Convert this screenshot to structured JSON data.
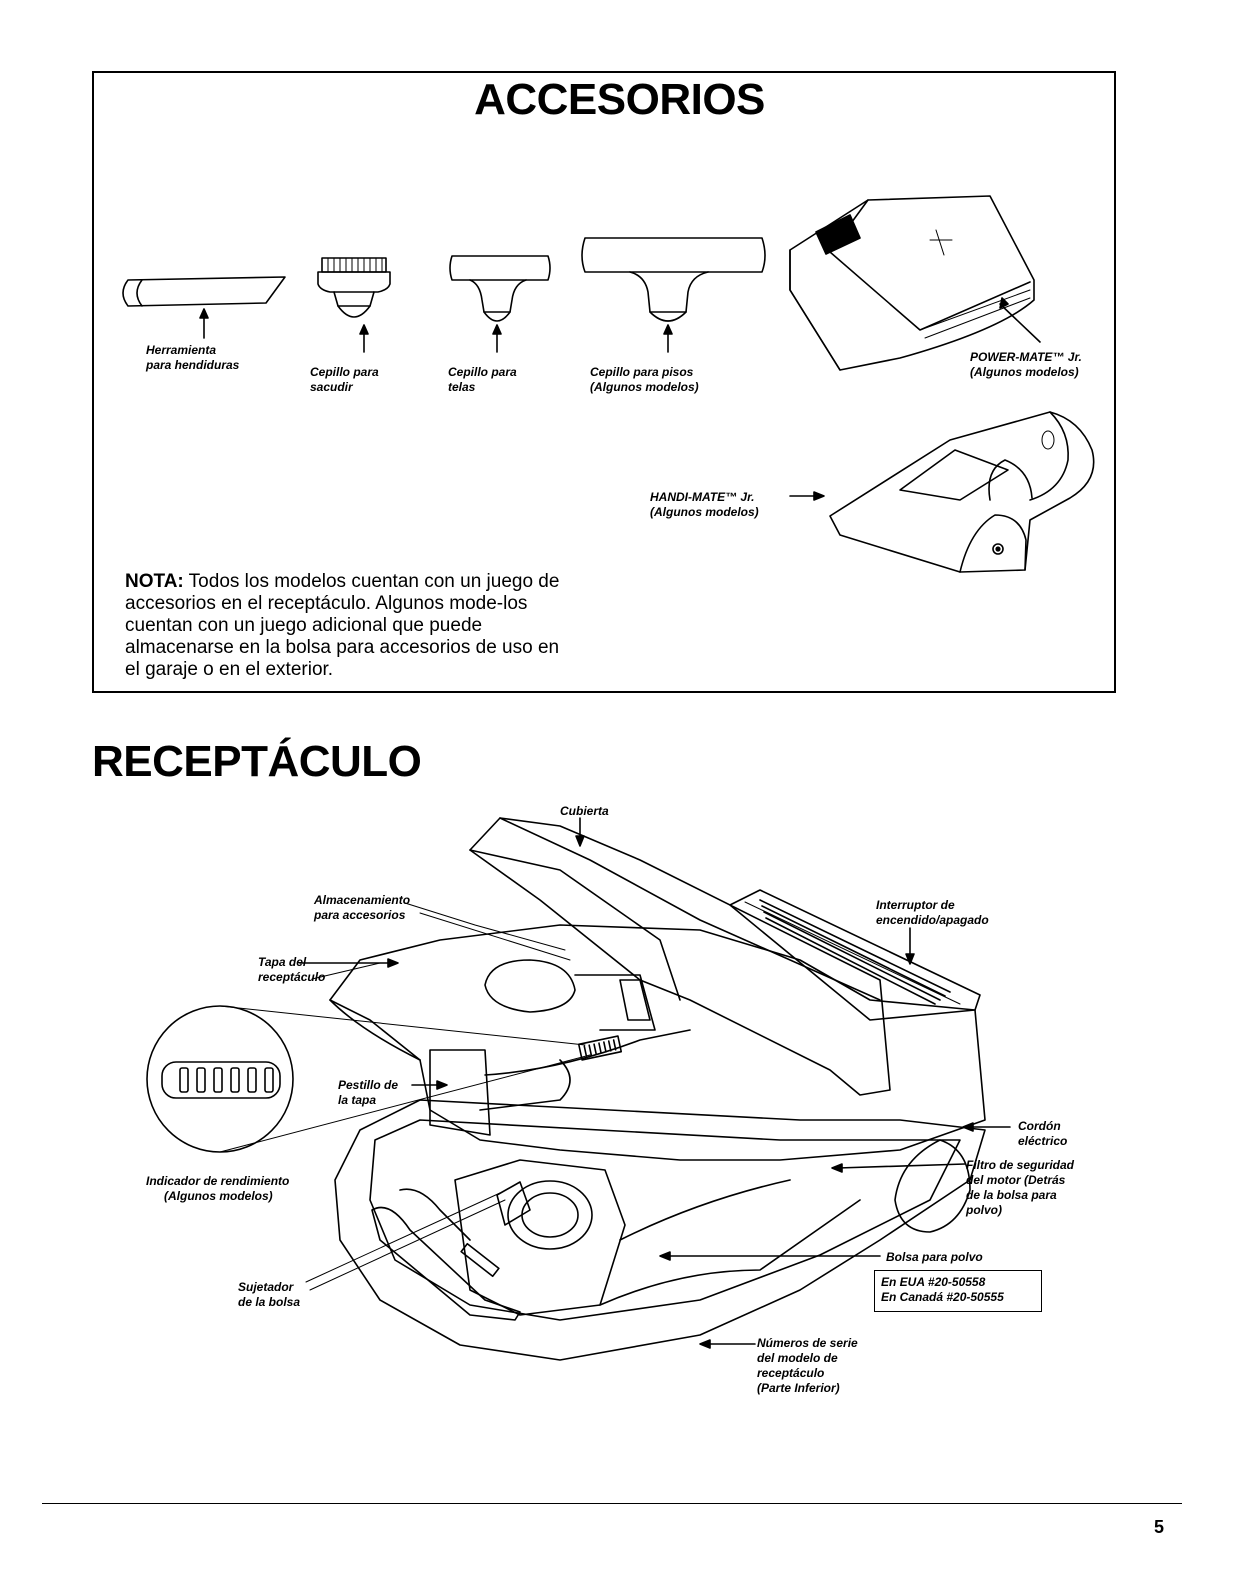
{
  "accessories": {
    "title": "ACCESORIOS",
    "crevice_tool": [
      "Herramienta",
      "para hendiduras"
    ],
    "dusting_brush": [
      "Cepillo para",
      "sacudir"
    ],
    "upholstery_brush": [
      "Cepillo para",
      "telas"
    ],
    "floor_brush": [
      "Cepillo para pisos",
      "(Algunos modelos)"
    ],
    "power_mate": [
      "POWER-MATE™ Jr.",
      "(Algunos modelos)"
    ],
    "handi_mate": [
      "HANDI-MATE™ Jr.",
      "(Algunos modelos)"
    ],
    "nota_label": "NOTA:",
    "nota_text": " Todos los modelos cuentan con un juego de accesorios en el receptáculo. Algunos mode-los cuentan con un juego adicional que puede almacenarse en la bolsa para accesorios de uso en el garaje o en el exterior."
  },
  "receptacle": {
    "title": "RECEPTÁCULO",
    "cover": "Cubierta",
    "storage": [
      "Almacenamiento",
      "para accesorios"
    ],
    "lid": [
      "Tapa del",
      "receptáculo"
    ],
    "switch": [
      "Interruptor de",
      "encendido/apagado"
    ],
    "latch": [
      "Pestillo de",
      "la tapa"
    ],
    "cord": [
      "Cordón",
      "eléctrico"
    ],
    "indicator": [
      "Indicador de rendimiento",
      "(Algunos modelos)"
    ],
    "filter": [
      "Filtro de seguridad",
      "del motor (Detrás",
      "de la bolsa para",
      "polvo)"
    ],
    "bag": "Bolsa para polvo",
    "bag_usa": "En EUA #20-50558",
    "bag_canada": "En Canadá #20-50555",
    "bag_holder": [
      "Sujetador",
      "de la bolsa"
    ],
    "serial": [
      "Números de serie",
      "del modelo de",
      "receptáculo",
      "(Parte Inferior)"
    ]
  },
  "page_number": "5"
}
